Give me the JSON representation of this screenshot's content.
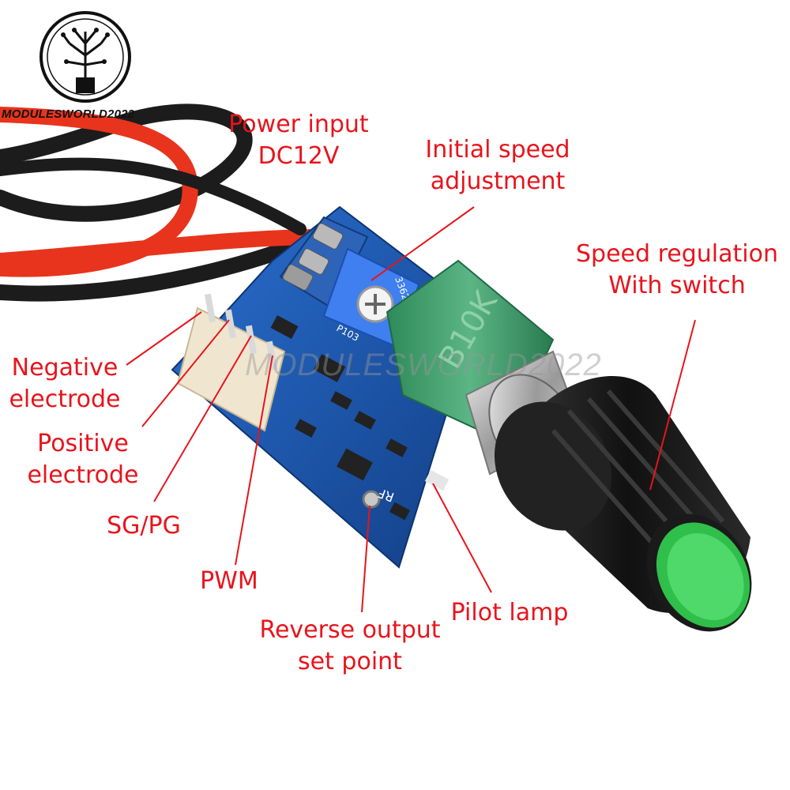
{
  "brand": {
    "text": "MODULESWORLD2022"
  },
  "watermark": {
    "text": "MODULESWORLD2022"
  },
  "board": {
    "potentiometer_marking": "B10K",
    "trimmer_marking_1": "P103",
    "trimmer_marking_2": "3362",
    "pcb_marking": "RF"
  },
  "callouts": {
    "power_input": {
      "line1": "Power input",
      "line2": "DC12V"
    },
    "initial_speed": {
      "line1": "Initial speed",
      "line2": "adjustment"
    },
    "speed_regulation": {
      "line1": "Speed regulation",
      "line2": "With switch"
    },
    "negative": {
      "line1": "Negative",
      "line2": "electrode"
    },
    "positive": {
      "line1": "Positive",
      "line2": "electrode"
    },
    "sgpg": {
      "line1": "SG/PG"
    },
    "pwm": {
      "line1": "PWM"
    },
    "reverse": {
      "line1": "Reverse output",
      "line2": "set point"
    },
    "pilot": {
      "line1": "Pilot lamp"
    }
  },
  "colors": {
    "label_red": "#e8141c",
    "pcb_blue": "#1f5fb8",
    "pot_green": "#3f9a6a",
    "knob_black": "#1a1a1a",
    "knob_cap_green": "#2fbf4a",
    "wire_red": "#e8341c"
  }
}
